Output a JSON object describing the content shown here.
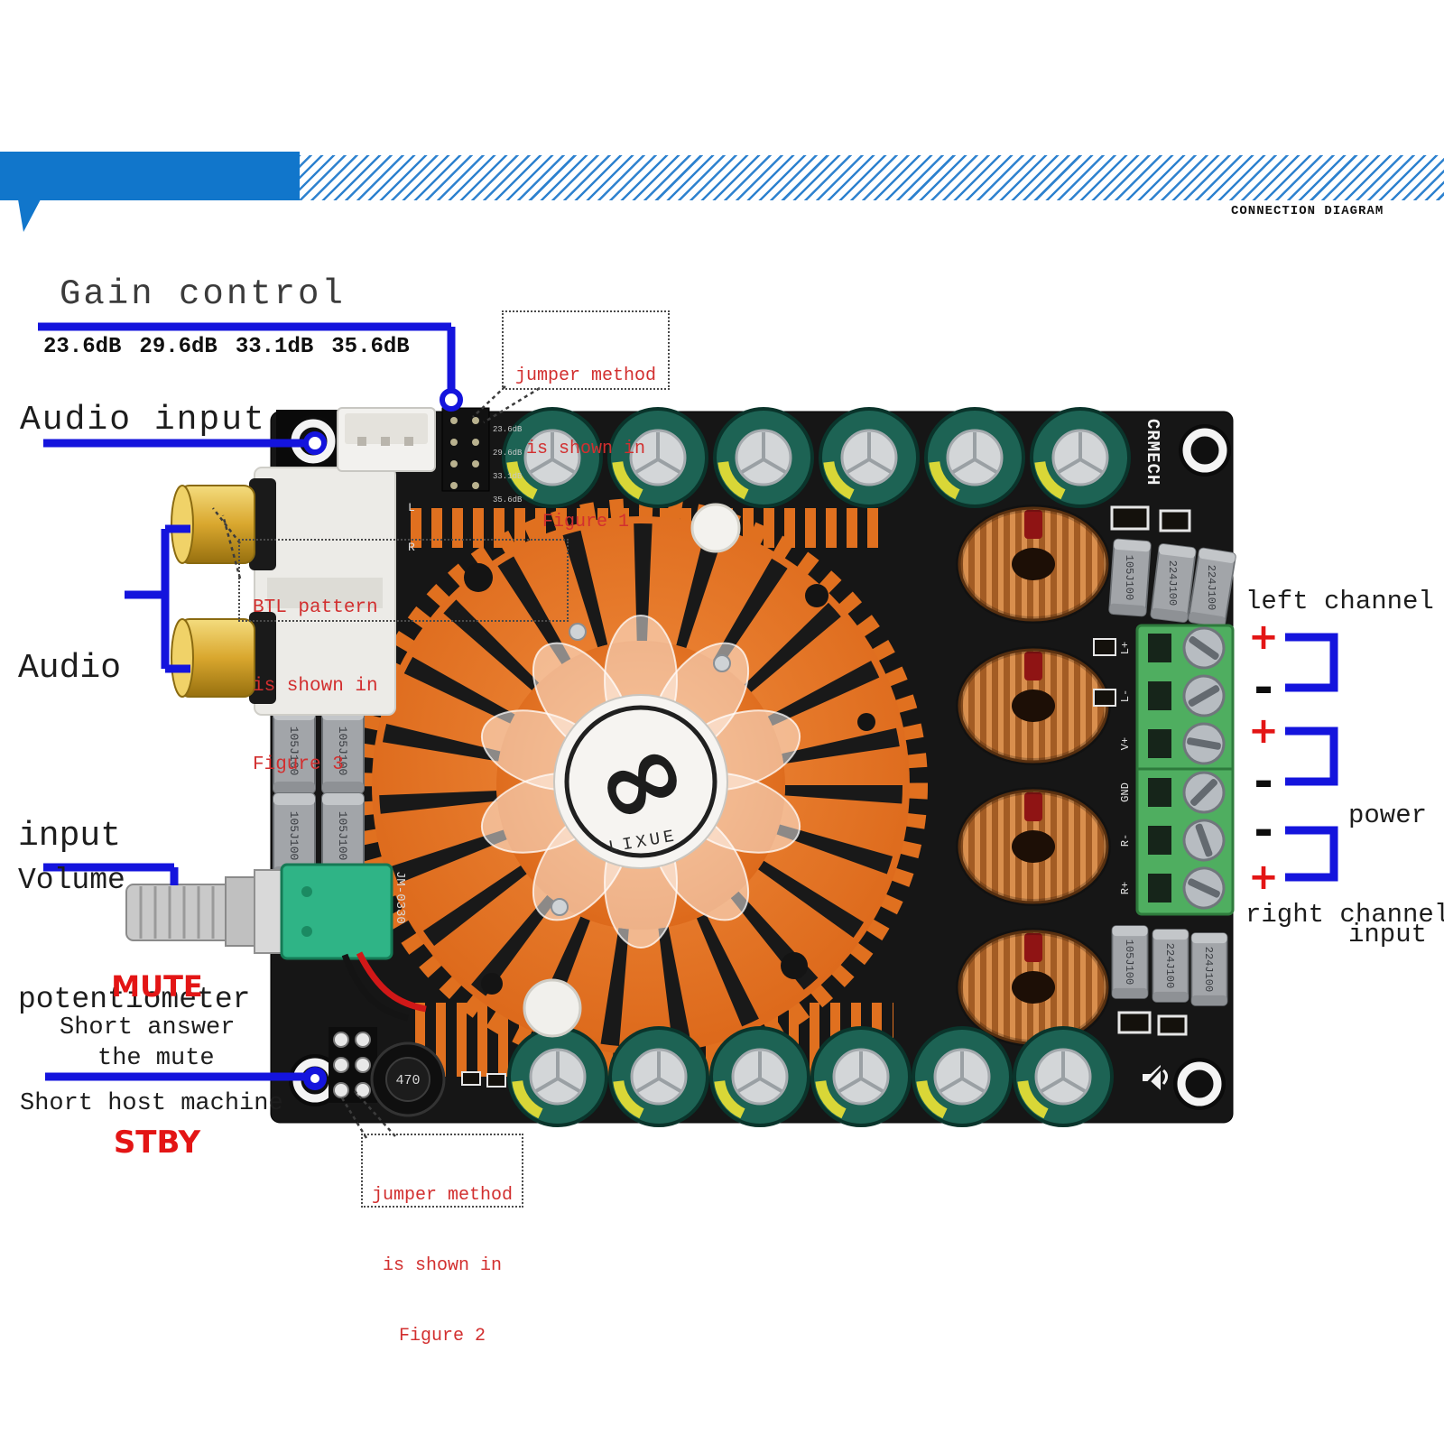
{
  "banner": {
    "title": "CONNECTION DIAGRAM"
  },
  "callouts": {
    "gain": {
      "title": "Gain control",
      "values": [
        "23.6dB",
        "29.6dB",
        "33.1dB",
        "35.6dB"
      ]
    },
    "figure1": {
      "l1": "jumper method",
      "l2": "is shown in",
      "l3": "Figure 1"
    },
    "audio_input_top": "Audio input",
    "audio_left": {
      "l1": "Audio",
      "l2": "input"
    },
    "btl": {
      "l1": "BTL pattern",
      "l2": "is shown in",
      "l3": "Figure 3"
    },
    "volume": {
      "l1": "Volume",
      "l2": "potentiometer"
    },
    "mute": {
      "title": "MUTE",
      "desc1": "Short answer",
      "desc2": "the mute"
    },
    "short_host": "Short host machine",
    "stby": "STBY",
    "figure2": {
      "l1": "jumper method",
      "l2": "is shown in",
      "l3": "Figure 2"
    },
    "left_channel": "left channel",
    "right_channel": "right channel",
    "power": {
      "l1": "power",
      "l2": "input"
    },
    "plus": "+",
    "minus": "-"
  },
  "board": {
    "brand": "CRMECH",
    "model": "JM-0330",
    "fan_logo_symbol": "∞",
    "fan_brand": "LIXUE",
    "terminals": [
      "L+",
      "L-",
      "V+",
      "GND",
      "R-",
      "R+"
    ],
    "gain_pins": [
      "23.6dB",
      "29.6dB",
      "33.1dB",
      "35.6dB"
    ],
    "channel_marks": [
      "L",
      "R"
    ],
    "inductor_value": "470",
    "film_caps_left": [
      "105J100",
      "105J100",
      "105J100",
      "105J100"
    ],
    "film_caps_top_right": [
      "105J100",
      "224J100",
      "224J100"
    ],
    "film_caps_bottom_right": [
      "105J100",
      "224J100",
      "224J100"
    ]
  },
  "colors": {
    "accent_blue": "#1414dd",
    "callout_red": "#d22f2f",
    "banner_blue": "#1176cb",
    "heatsink_orange": "#e5701d",
    "pcb_black": "#161616"
  }
}
